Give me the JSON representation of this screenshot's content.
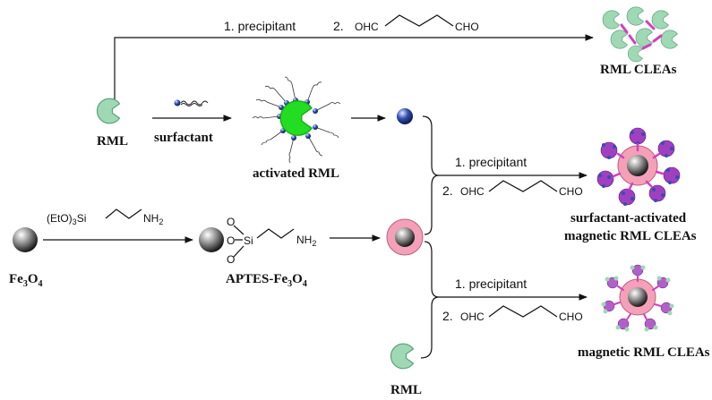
{
  "routes": {
    "top": {
      "step1": "1. precipitant",
      "step2_prefix": "2.",
      "ohc": "OHC",
      "cho": "CHO",
      "product": "RML CLEAs"
    },
    "surfactant_route": {
      "reagent": "surfactant",
      "intermediate": "activated RML",
      "step1": "1. precipitant",
      "step2_prefix": "2.",
      "ohc": "OHC",
      "cho": "CHO",
      "product_line1": "surfactant-activated",
      "product_line2": "magnetic RML CLEAs"
    },
    "magnetic_route": {
      "step1": "1. precipitant",
      "step2_prefix": "2.",
      "ohc": "OHC",
      "cho": "CHO",
      "product": "magnetic RML CLEAs"
    }
  },
  "labels": {
    "rml_top": "RML",
    "rml_bottom": "RML",
    "fe3o4": "Fe3O4",
    "aptes_fe3o4": "APTES-Fe3O4",
    "eto3si": "(EtO)3Si",
    "nh2": "NH2",
    "si": "Si",
    "o": "O"
  },
  "colors": {
    "enzyme_green": "#9fd9b4",
    "activated_green": "#22dd22",
    "magnetic_pink": "#f3a0b8",
    "cluster_purple": "#a040c0",
    "blue_bead": "#3050b0"
  }
}
